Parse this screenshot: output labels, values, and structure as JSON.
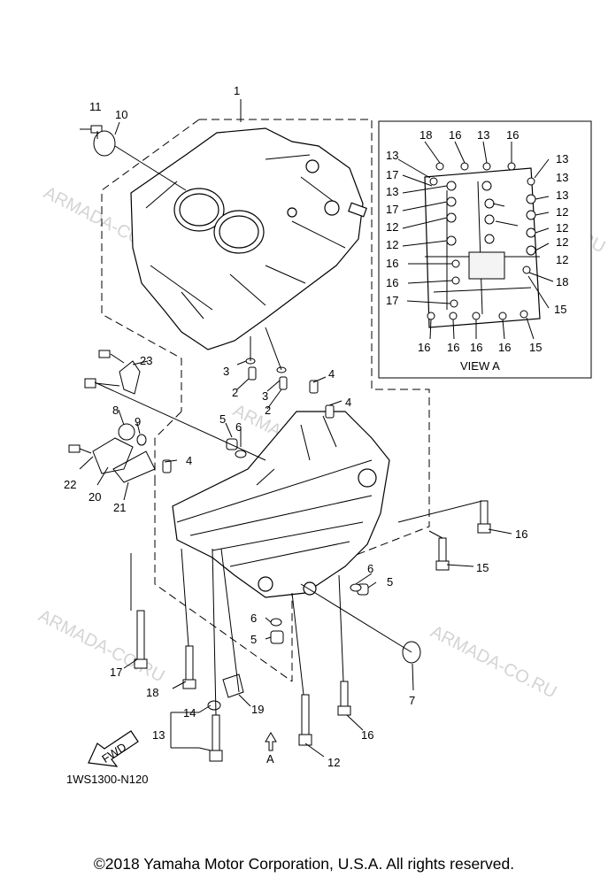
{
  "diagram": {
    "drawing_code": "1WS1300-N120",
    "direction_label": "FWD",
    "view_label": "VIEW A",
    "view_arrow_label": "A",
    "watermark": "ARMADA-CO.RU",
    "copyright": "©2018 Yamaha Motor Corporation, U.S.A. All rights reserved.",
    "callouts": {
      "c1": "1",
      "c2a": "2",
      "c2b": "2",
      "c3a": "3",
      "c3b": "3",
      "c4a": "4",
      "c4b": "4",
      "c4c": "4",
      "c5a": "5",
      "c5b": "5",
      "c5c": "5",
      "c6a": "6",
      "c6b": "6",
      "c6c": "6",
      "c7": "7",
      "c8": "8",
      "c9": "9",
      "c10": "10",
      "c11": "11",
      "c12": "12",
      "c13": "13",
      "c14": "14",
      "c15": "15",
      "c16": "16",
      "c17": "17",
      "c18": "18",
      "c19": "19",
      "c20": "20",
      "c21": "21",
      "c22": "22",
      "c23": "23"
    },
    "view_a_callouts": {
      "v18a": "18",
      "v16a": "16",
      "v13a": "13",
      "v16b": "16",
      "v13b": "13",
      "v13c": "13",
      "v17a": "17",
      "v13d": "13",
      "v13e": "13",
      "v17b": "17",
      "v12a": "12",
      "v12b": "12",
      "v12c": "12",
      "v12d": "12",
      "v12e": "12",
      "v12f": "12",
      "v16c": "16",
      "v16d": "16",
      "v18b": "18",
      "v17c": "17",
      "v15a": "15",
      "v16e": "16",
      "v16f": "16",
      "v16g": "16",
      "v16h": "16",
      "v15b": "15"
    }
  }
}
